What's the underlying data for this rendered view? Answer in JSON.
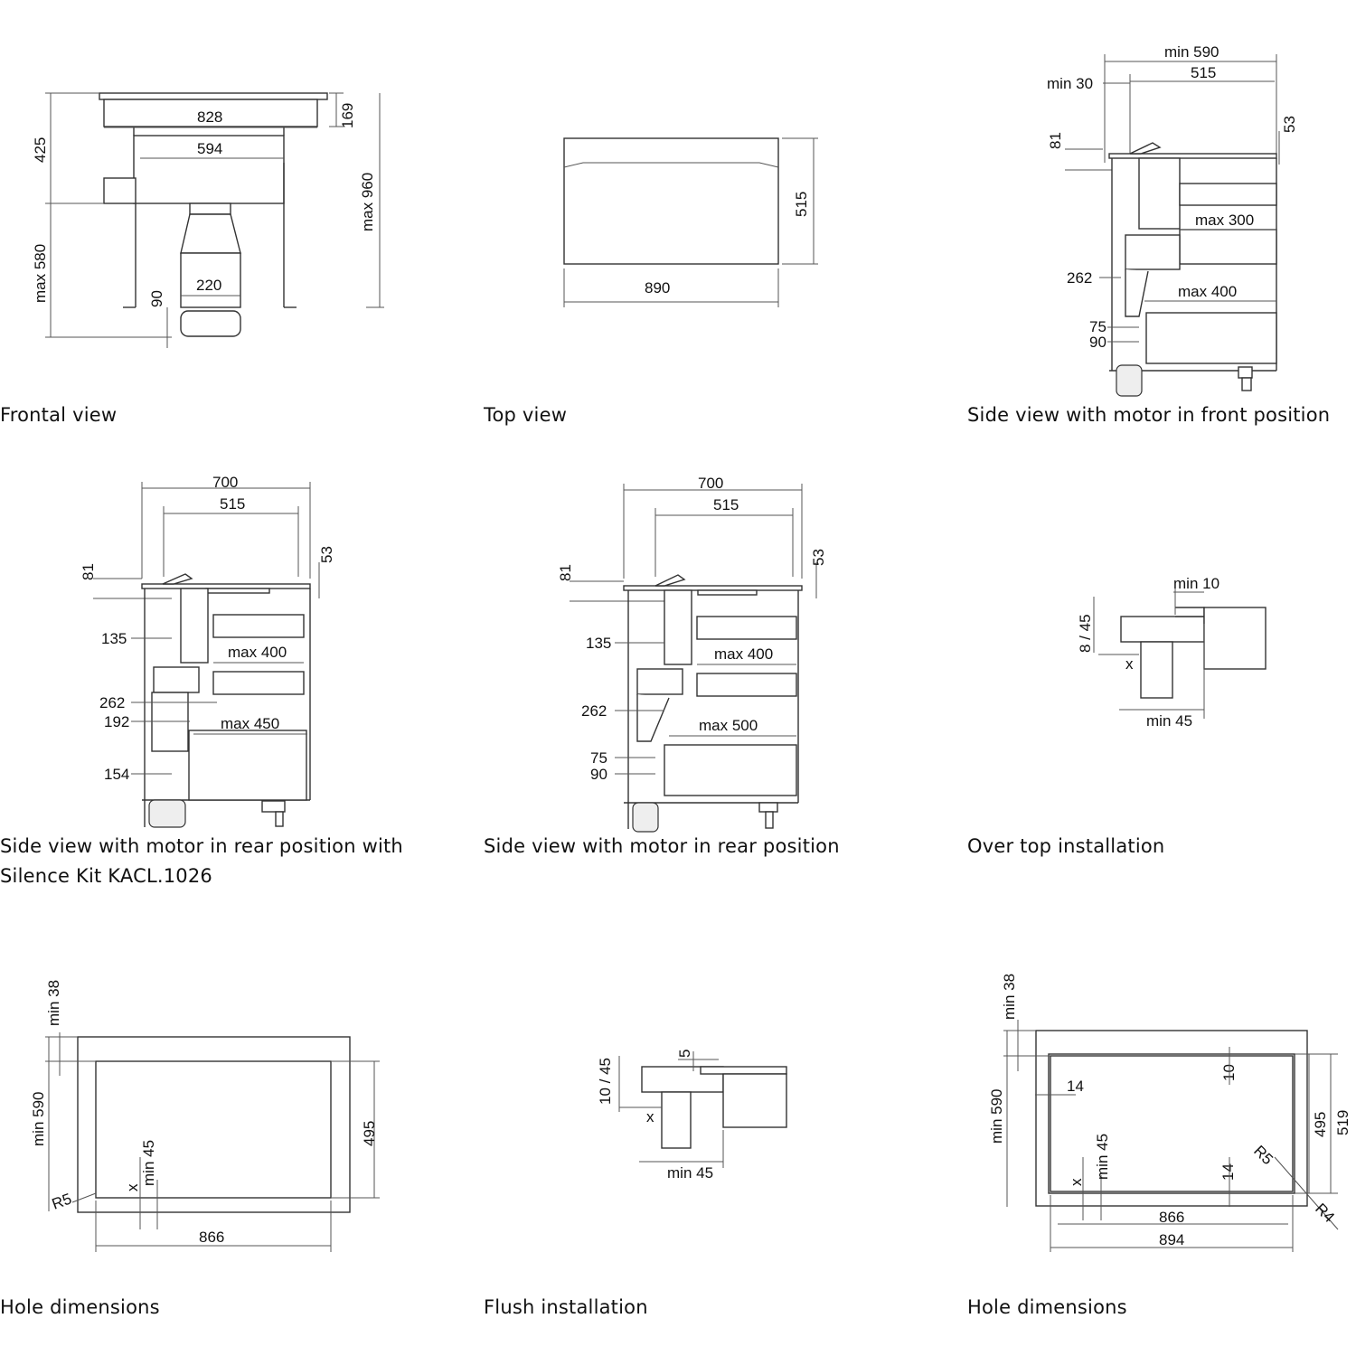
{
  "captions": {
    "frontal": "Frontal view",
    "top": "Top view",
    "side_front": "Side view with motor in front position",
    "side_rear_silence_1": "Side view with motor in rear position with",
    "side_rear_silence_2": "Silence Kit KACL.1026",
    "side_rear": "Side view with motor in rear position",
    "over_top": "Over top installation",
    "hole_1": "Hole dimensions",
    "flush": "Flush installation",
    "hole_2": "Hole dimensions"
  },
  "dims": {
    "frontal": {
      "d828": "828",
      "d169": "169",
      "d425": "425",
      "d594": "594",
      "dmax960": "max 960",
      "dmax580": "max 580",
      "d220": "220",
      "d90": "90"
    },
    "top": {
      "d515": "515",
      "d890": "890"
    },
    "side_front": {
      "dmin590": "min 590",
      "d515": "515",
      "dmin30": "min 30",
      "d53": "53",
      "d81": "81",
      "dmax300": "max 300",
      "d262": "262",
      "dmax400": "max 400",
      "d75": "75",
      "d90": "90"
    },
    "side_rear_silence": {
      "d700": "700",
      "d515": "515",
      "d81": "81",
      "d53": "53",
      "d135": "135",
      "dmax400": "max 400",
      "d262": "262",
      "d192": "192",
      "dmax450": "max 450",
      "d154": "154"
    },
    "side_rear": {
      "d700": "700",
      "d515": "515",
      "d81": "81",
      "d53": "53",
      "d135": "135",
      "dmax400": "max 400",
      "d262": "262",
      "dmax500": "max 500",
      "d75": "75",
      "d90": "90"
    },
    "over_top": {
      "dmin10": "min 10",
      "d8_45": "8 / 45",
      "dx": "x",
      "dmin45": "min 45"
    },
    "hole_1": {
      "dmin38": "min 38",
      "dmin590": "min 590",
      "d495": "495",
      "dmin45": "min 45",
      "dx": "x",
      "dR5": "R5",
      "d866": "866"
    },
    "flush": {
      "d5": "5",
      "d10_45": "10 / 45",
      "dx": "x",
      "dmin45": "min 45"
    },
    "hole_2": {
      "dmin38": "min 38",
      "d10": "10",
      "d14a": "14",
      "dmin590": "min 590",
      "d495": "495",
      "d519": "519",
      "dmin45": "min 45",
      "dx": "x",
      "d14b": "14",
      "dR5": "R5",
      "dR4": "R4",
      "d866": "866",
      "d894": "894"
    }
  }
}
